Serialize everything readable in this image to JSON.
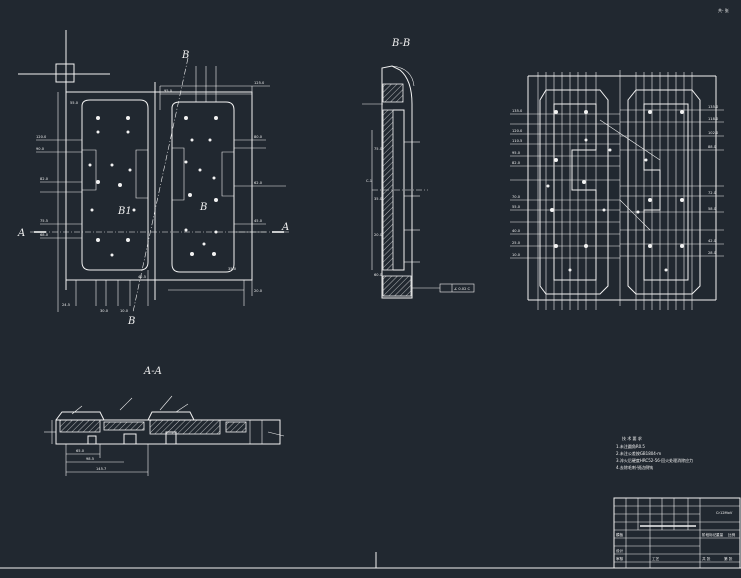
{
  "corner_mark": "共‐ 张",
  "views": {
    "section_bb_title": "B-B",
    "section_aa_title": "A-A",
    "cut_a_left": "A",
    "cut_a_right": "A",
    "cut_b_top": "B",
    "cut_b_bottom": "B",
    "cut_b_right": "B",
    "detail_label": "B1",
    "center_mark": "C-1"
  },
  "dims": {
    "top_view_left": [
      "120.0",
      "90.0",
      "82.0",
      "75.5",
      "68.0",
      "55.0",
      "42.5",
      "30.0",
      "24.5",
      "10.0"
    ],
    "top_view_right": [
      "125.0",
      "95.0",
      "80.0",
      "62.0",
      "45.0",
      "35.0",
      "20.0"
    ],
    "bb_left": [
      "75.0",
      "35.0",
      "20.0",
      "60.0"
    ],
    "bb_flag": "∠ 0.02 C",
    "aa_bottom": [
      "65.0",
      "98.5",
      "145.7"
    ],
    "right_view_left": [
      "135.0",
      "120.0",
      "110.5",
      "95.0",
      "82.0",
      "70.0",
      "55.0",
      "40.0",
      "25.0",
      "10.0"
    ],
    "right_view_right": [
      "135.0",
      "118.0",
      "102.0",
      "88.0",
      "72.0",
      "58.0",
      "42.0",
      "28.0"
    ]
  },
  "notes": {
    "title": "技 术 要 求",
    "lines": [
      "1.未注圆角R0.5",
      "2.未注公差按GB1804-m",
      "3.淬火后硬度HRC52-56·回火处理消除应力",
      "4.去除毛刺·锐边倒钝"
    ]
  },
  "title_block": {
    "material": "Cr12MoV",
    "name_cell": "模板",
    "row_labels": [
      "设计",
      "审核",
      "工艺"
    ],
    "scale_cells": [
      "阶段标记",
      "重量",
      "比例"
    ],
    "sheet_cells": [
      "共 张",
      "第 张"
    ]
  }
}
